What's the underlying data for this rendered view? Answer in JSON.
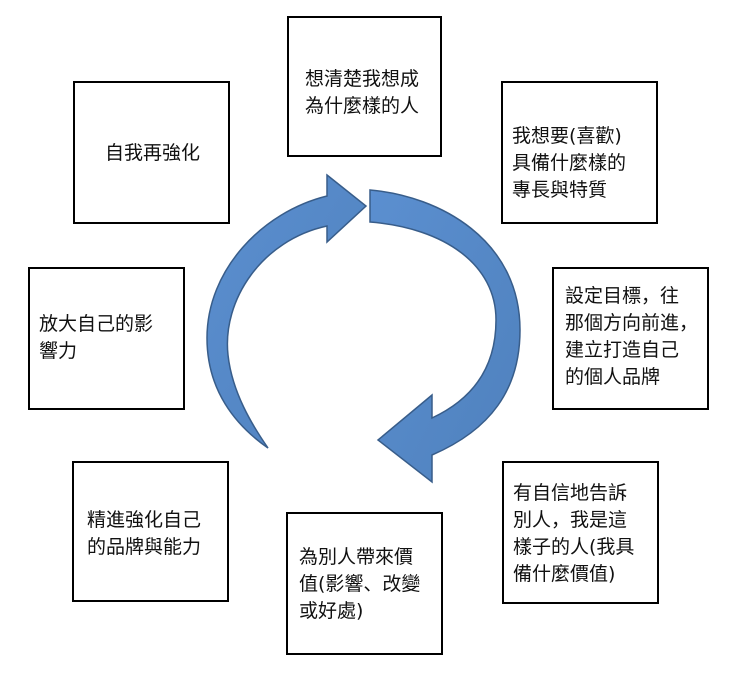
{
  "diagram": {
    "boxes": {
      "top": "想清楚我想成\n為什麼樣的人",
      "top_right": "我想要(喜歡)\n具備什麼樣的\n專長與特質",
      "right": "設定目標，往\n那個方向前進，\n建立打造自己\n的個人品牌",
      "bottom_right": "有自信地告訴\n別人，我是這\n樣子的人(我具\n備什麼價值)",
      "bottom": "為別人帶來價\n值(影響、改變\n或好處)",
      "bottom_left": "精進強化自己\n的品牌與能力",
      "left": "放大自己的影\n響力",
      "top_left": "自我再強化"
    },
    "arrow_color": "#4f81bd",
    "arrow_stroke": "#385d8a"
  }
}
